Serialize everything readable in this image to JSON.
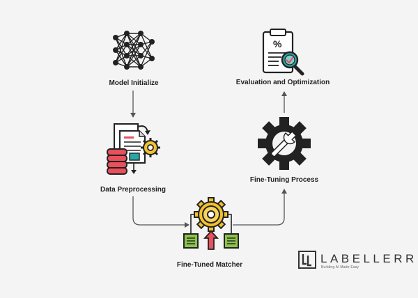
{
  "nodes": {
    "model_initialize": "Model Initialize",
    "data_preprocessing": "Data Preprocessing",
    "fine_tuned_matcher": "Fine-Tuned Matcher",
    "fine_tuning_process": "Fine-Tuning Process",
    "evaluation_optimization": "Evaluation and Optimization"
  },
  "brand": {
    "name": "LABELLERR",
    "tagline": "Building AI Made Easy"
  },
  "colors": {
    "background": "#f4f4f4",
    "arrow": "#555555",
    "gear_yellow": "#f2c12e",
    "green": "#8bc34a",
    "red": "#e8505b",
    "teal": "#2aa6a6"
  },
  "icons": {
    "model_initialize": "neural-network-icon",
    "data_preprocessing": "documents-database-gear-icon",
    "fine_tuned_matcher": "gear-with-tags-icon",
    "fine_tuning_process": "gear-wrench-icon",
    "evaluation_optimization": "clipboard-magnifier-icon"
  }
}
